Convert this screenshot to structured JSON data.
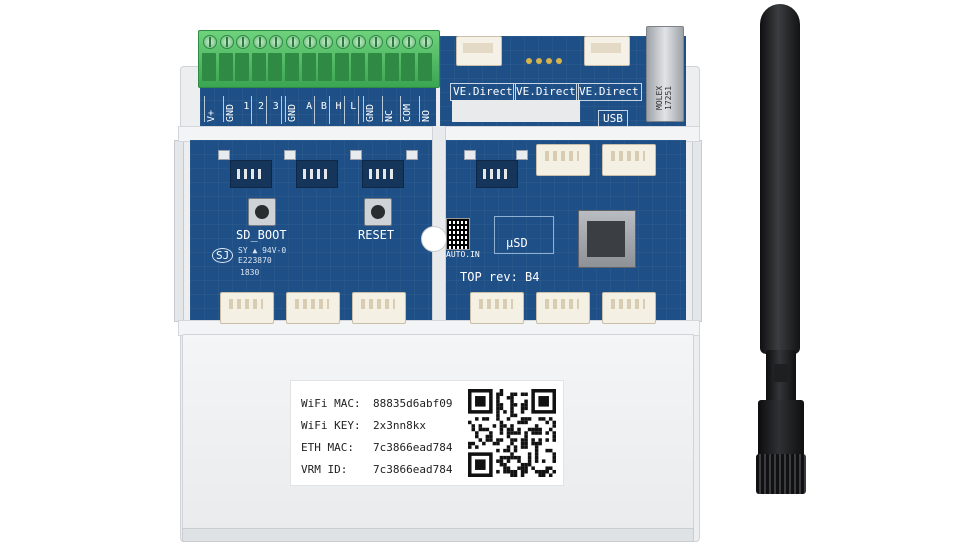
{
  "terminal_labels": [
    "V+",
    "GND",
    "1",
    "2",
    "3",
    "GND",
    "A",
    "B",
    "H",
    "L",
    "GND",
    "NC",
    "COM",
    "NO"
  ],
  "ve_direct_labels": [
    "VE.Direct",
    "VE.Direct",
    "VE.Direct"
  ],
  "usb_label": "USB",
  "usb_print": "MOLEX 17251",
  "pcb_text": {
    "sd_boot": "SD_BOOT",
    "reset": "RESET",
    "usd": "µSD",
    "top_rev": "TOP rev: B4",
    "cert_line1": "SY ▲ 94V-0",
    "cert_line2": "E223870",
    "cert_code": "1830",
    "cert_logo": "SJ",
    "small_qr_text": "AUTO.IN"
  },
  "sticker": {
    "rows": [
      {
        "key": "WiFi MAC:",
        "value": "88835d6abf09"
      },
      {
        "key": "WiFi KEY:",
        "value": "2x3nn8kx"
      },
      {
        "key": "ETH MAC:",
        "value": "7c3866ead784"
      },
      {
        "key": "VRM ID:",
        "value": "7c3866ead784"
      }
    ]
  },
  "colors": {
    "pcb": "#1e4f86",
    "terminal_green": "#4cb861",
    "housing": "#eceef0",
    "antenna": "#1a1b1d"
  }
}
